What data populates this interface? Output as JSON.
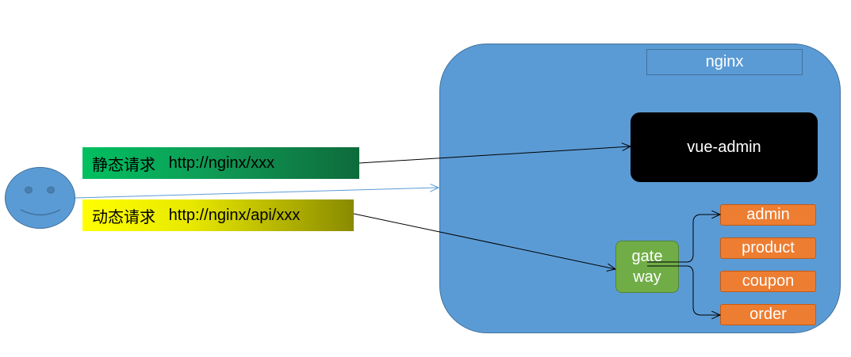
{
  "nginx": {
    "label": "nginx"
  },
  "frontend": {
    "label": "vue-admin"
  },
  "gateway": {
    "label": "gate\nway"
  },
  "services": [
    "admin",
    "product",
    "coupon",
    "order"
  ],
  "requests": {
    "static": {
      "type": "静态请求",
      "url": "http://nginx/xxx"
    },
    "dynamic": {
      "type": "动态请求",
      "url": "http://nginx/api/xxx"
    }
  },
  "colors": {
    "nginx_fill": "#5b9bd5",
    "frontend_fill": "#000000",
    "gateway_fill": "#70ad47",
    "service_fill": "#ed7d31"
  }
}
